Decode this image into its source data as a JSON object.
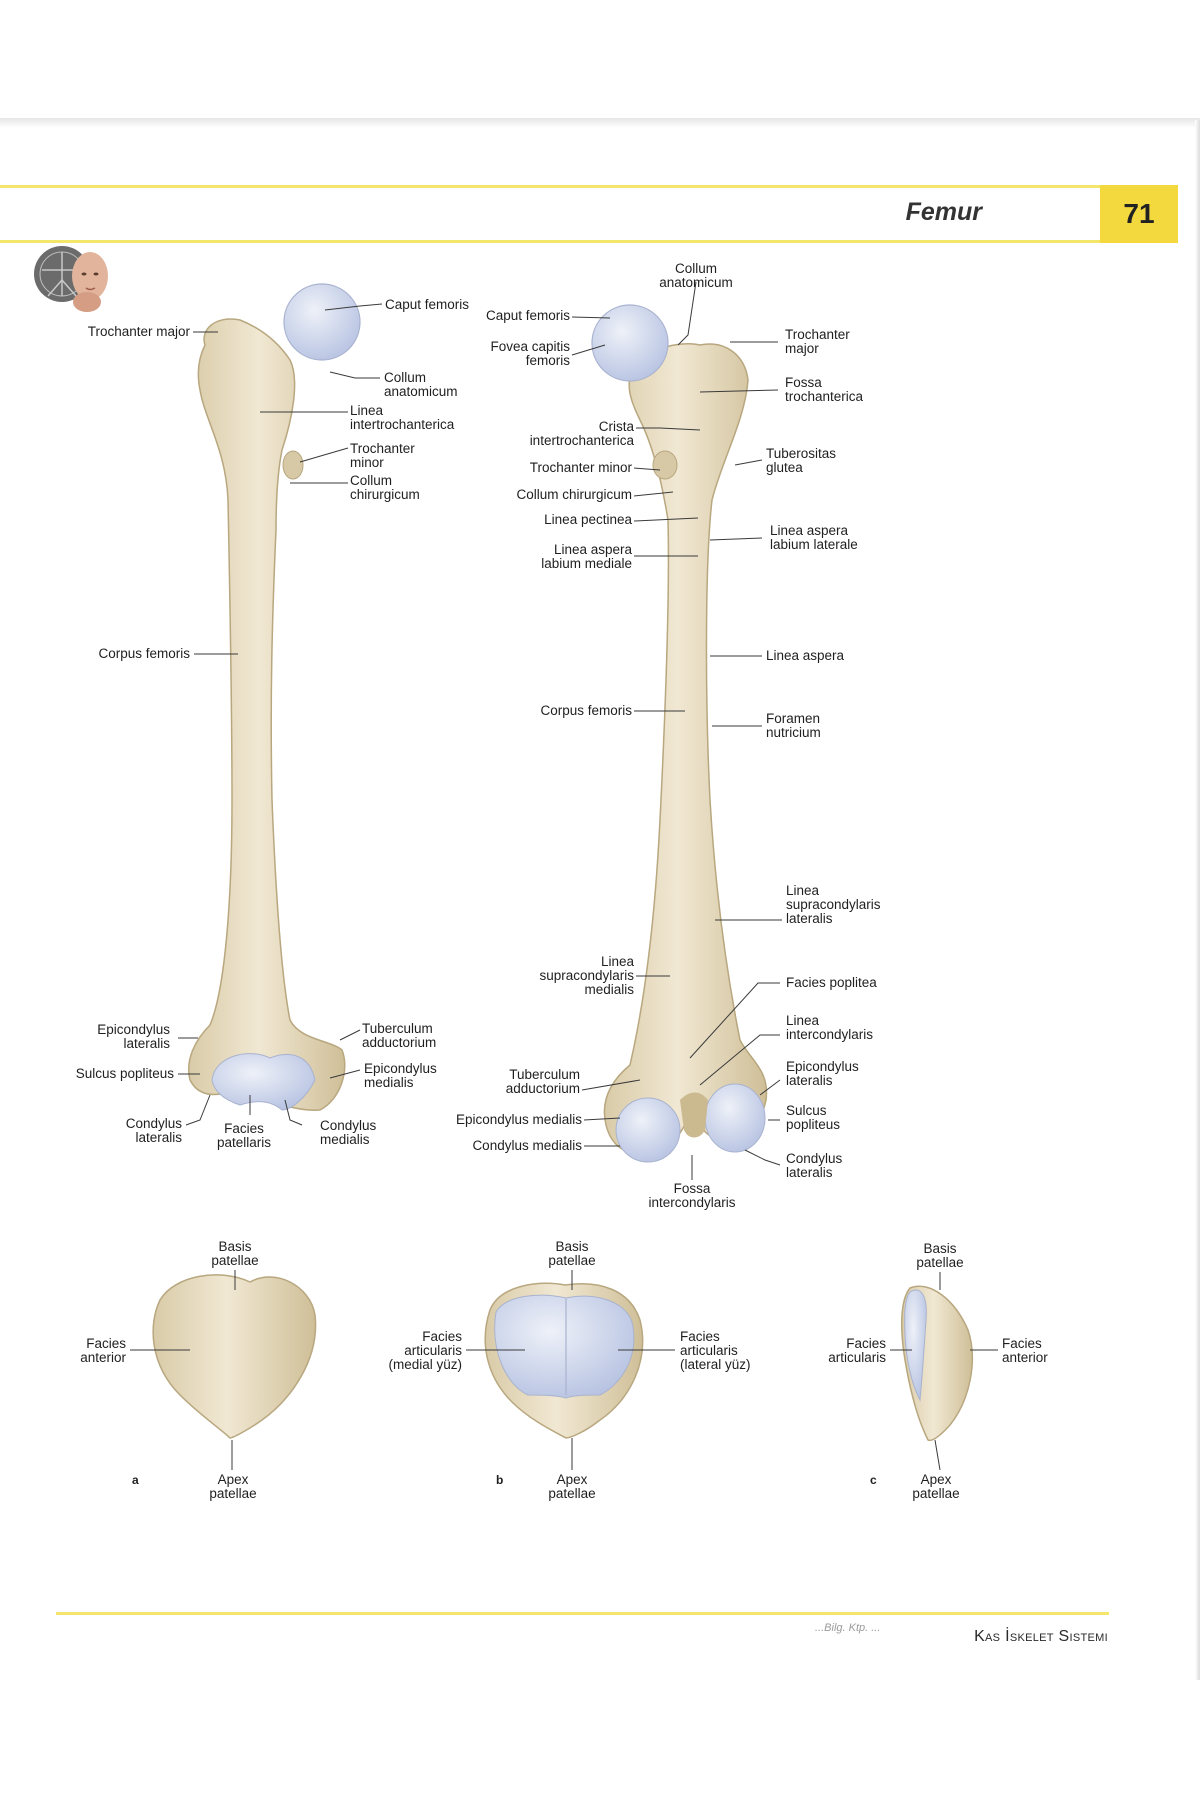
{
  "header": {
    "section_title": "Femur",
    "page_number": "71"
  },
  "icons": {
    "logo": "vitruvian-head-logo"
  },
  "colors": {
    "accent_yellow": "#f3d93d",
    "rule_yellow": "#f4e66a",
    "bone": "#e8dcc4",
    "cartilage": "#c9d3ea"
  },
  "anterior_view": {
    "labels": {
      "trochanter_major": "Trochanter major",
      "caput_femoris": "Caput femoris",
      "collum_anatomicum": [
        "Collum",
        "anatomicum"
      ],
      "linea_intertrochanterica": [
        "Linea",
        "intertrochanterica"
      ],
      "trochanter_minor": [
        "Trochanter",
        "minor"
      ],
      "collum_chirurgicum": [
        "Collum",
        "chirurgicum"
      ],
      "corpus_femoris": "Corpus femoris",
      "epicondylus_lateralis": [
        "Epicondylus",
        "lateralis"
      ],
      "sulcus_popliteus": "Sulcus popliteus",
      "condylus_lateralis": [
        "Condylus",
        "lateralis"
      ],
      "facies_patellaris": [
        "Facies",
        "patellaris"
      ],
      "condylus_medialis": [
        "Condylus",
        "medialis"
      ],
      "tuberculum_adductorium": [
        "Tuberculum",
        "adductorium"
      ],
      "epicondylus_medialis": [
        "Epicondylus",
        "medialis"
      ]
    }
  },
  "posterior_view": {
    "labels": {
      "collum_anatomicum": [
        "Collum",
        "anatomicum"
      ],
      "caput_femoris": "Caput femoris",
      "fovea_capitis_femoris": [
        "Fovea capitis",
        "femoris"
      ],
      "crista_intertrochanterica": [
        "Crista",
        "intertrochanterica"
      ],
      "trochanter_minor": "Trochanter minor",
      "collum_chirurgicum": "Collum chirurgicum",
      "linea_pectinea": "Linea pectinea",
      "linea_aspera_labium_mediale": [
        "Linea aspera",
        "labium mediale"
      ],
      "corpus_femoris": "Corpus femoris",
      "linea_supracondylaris_medialis": [
        "Linea",
        "supracondylaris",
        "medialis"
      ],
      "tuberculum_adductorium": [
        "Tuberculum",
        "adductorium"
      ],
      "epicondylus_medialis": "Epicondylus medialis",
      "condylus_medialis": "Condylus medialis",
      "fossa_intercondylaris": [
        "Fossa",
        "intercondylaris"
      ],
      "trochanter_major": [
        "Trochanter",
        "major"
      ],
      "fossa_trochanterica": [
        "Fossa",
        "trochanterica"
      ],
      "tuberositas_glutea": [
        "Tuberositas",
        "glutea"
      ],
      "linea_aspera_labium_laterale": [
        "Linea aspera",
        "labium laterale"
      ],
      "linea_aspera": "Linea aspera",
      "foramen_nutricium": [
        "Foramen",
        "nutricium"
      ],
      "linea_supracondylaris_lateralis": [
        "Linea",
        "supracondylaris",
        "lateralis"
      ],
      "facies_poplitea": "Facies poplitea",
      "linea_intercondylaris": [
        "Linea",
        "intercondylaris"
      ],
      "epicondylus_lateralis": [
        "Epicondylus",
        "lateralis"
      ],
      "sulcus_popliteus": [
        "Sulcus",
        "popliteus"
      ],
      "condylus_lateralis": [
        "Condylus",
        "lateralis"
      ]
    }
  },
  "patella_views": {
    "a": {
      "letter": "a",
      "basis": [
        "Basis",
        "patellae"
      ],
      "facies_anterior": [
        "Facies",
        "anterior"
      ],
      "apex": [
        "Apex",
        "patellae"
      ]
    },
    "b": {
      "letter": "b",
      "basis": [
        "Basis",
        "patellae"
      ],
      "facies_articularis_medial": [
        "Facies",
        "articularis",
        "(medial yüz)"
      ],
      "facies_articularis_lateral": [
        "Facies",
        "articularis",
        "(lateral yüz)"
      ],
      "apex": [
        "Apex",
        "patellae"
      ]
    },
    "c": {
      "letter": "c",
      "basis": [
        "Basis",
        "patellae"
      ],
      "facies_articularis": [
        "Facies",
        "articularis"
      ],
      "facies_anterior": [
        "Facies",
        "anterior"
      ],
      "apex": [
        "Apex",
        "patellae"
      ]
    }
  },
  "footer": {
    "scribble": "...Bilg. Ktp. ...",
    "section": "Kas İskelet Sistemi"
  }
}
